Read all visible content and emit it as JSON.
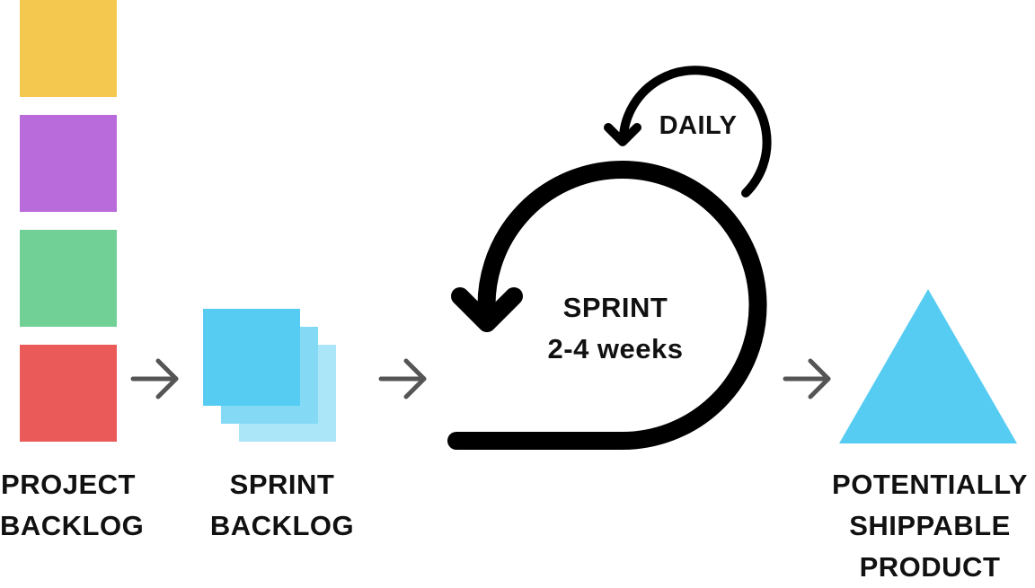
{
  "colors": {
    "backlog_yellow": "#f4c84f",
    "backlog_purple": "#b96bdb",
    "backlog_green": "#70d096",
    "backlog_red": "#e95a59",
    "sprint_blue": "#56ccf2",
    "sprint_blue_mid": "#84daf5",
    "sprint_blue_light": "#abe6f8",
    "product_blue": "#56ccf2",
    "loop_black": "#000000",
    "arrow_gray": "#555555"
  },
  "icons": {
    "flow_arrow": "right-arrow-icon",
    "loop_arrow": "curved-arrow-icon",
    "product_shape": "triangle-icon"
  },
  "labels": {
    "project_backlog": [
      "PROJECT",
      "BACKLOG"
    ],
    "sprint_backlog": [
      "SPRINT",
      "BACKLOG"
    ],
    "daily": "DAILY",
    "sprint": "SPRINT",
    "sprint_duration": "2-4 weeks",
    "product": [
      "POTENTIALLY",
      "SHIPPABLE",
      "PRODUCT"
    ]
  }
}
